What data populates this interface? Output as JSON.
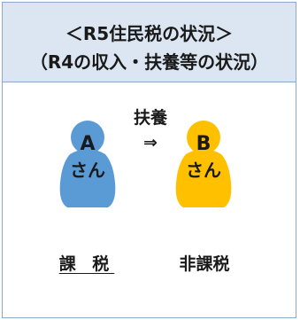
{
  "header": {
    "line1": "＜R5住民税の状況＞",
    "line2": "（R4の収入・扶養等の状況）"
  },
  "persons": [
    {
      "letter": "A",
      "honorific": "さん",
      "status": "課 税",
      "color": "#5B9BD5"
    },
    {
      "letter": "B",
      "honorific": "さん",
      "status": "非課税",
      "color": "#FFC000"
    }
  ],
  "relation": {
    "label": "扶養",
    "arrow": "⇒"
  },
  "colors": {
    "header_bg": "#DCE6F2",
    "border": "#8EA9C8"
  }
}
